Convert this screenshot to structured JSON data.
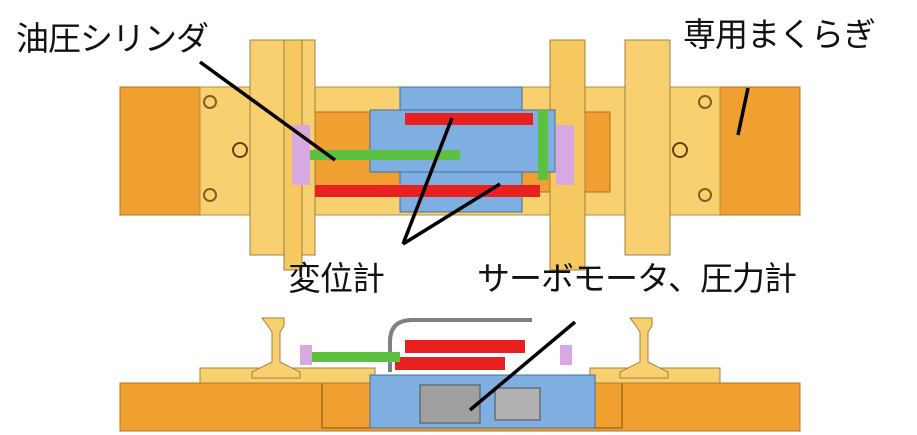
{
  "labels": {
    "hydraulic_cylinder": "油圧シリンダ",
    "dedicated_sleeper": "専用まくらぎ",
    "displacement_meter": "変位計",
    "servo_motor_pressure_gauge": "サーボモータ、圧力計"
  },
  "colors": {
    "sleeper": "#F0A030",
    "plate": "#F8D070",
    "frame": "#7FAEE0",
    "cylinder": "#E82020",
    "rod": "#5CC040",
    "insulator": "#D8A8E0"
  }
}
